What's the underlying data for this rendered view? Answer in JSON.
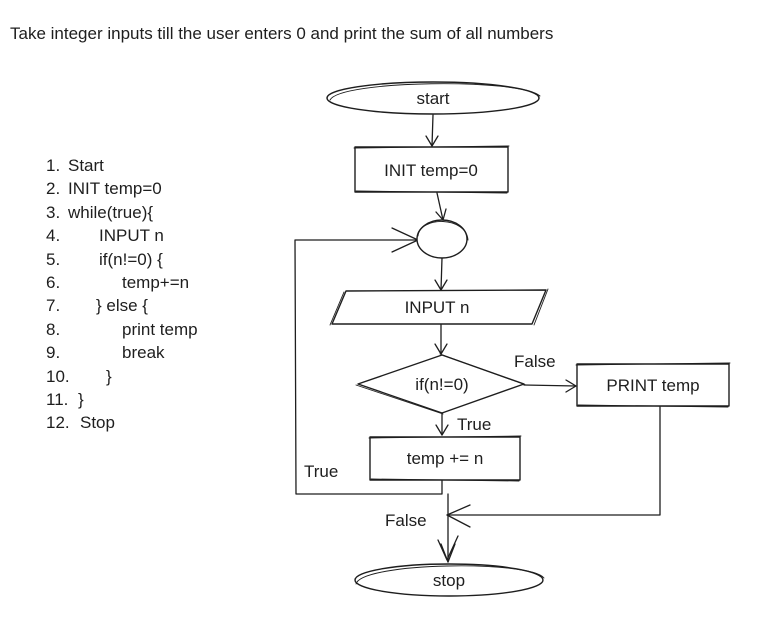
{
  "heading": "Take integer inputs till the user enters 0 and print the sum of all numbers",
  "algorithm": [
    {
      "num": "1.",
      "text": "Start"
    },
    {
      "num": "2.",
      "text": "INIT temp=0"
    },
    {
      "num": "3.",
      "text": "while(true){"
    },
    {
      "num": "4.",
      "text": "INPUT n"
    },
    {
      "num": "5.",
      "text": "if(n!=0) {"
    },
    {
      "num": "6.",
      "text": "temp+=n"
    },
    {
      "num": "7.",
      "text": "} else {"
    },
    {
      "num": "8.",
      "text": "print temp"
    },
    {
      "num": "9.",
      "text": "break"
    },
    {
      "num": "10.",
      "text": "}"
    },
    {
      "num": "11.",
      "text": "}"
    },
    {
      "num": "12.",
      "text": "Stop"
    }
  ],
  "flowchart": {
    "start": "start",
    "init": "INIT temp=0",
    "input": "INPUT n",
    "decision": "if(n!=0)",
    "print": "PRINT temp",
    "add": "temp += n",
    "stop": "stop",
    "label_false_decision": "False",
    "label_true_decision": "True",
    "label_true_loop": "True",
    "label_false_merge": "False"
  },
  "colors": {
    "stroke": "#1e1e1e",
    "background": "#ffffff"
  }
}
